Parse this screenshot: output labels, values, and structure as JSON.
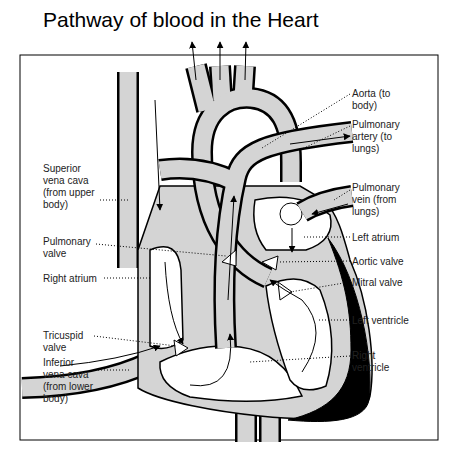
{
  "diagram": {
    "title": "Pathway of blood in the Heart",
    "labels": [
      "Aorta (to body)",
      "Pulmonary artery (to lungs)",
      "Superior vena cava (from upper body)",
      "Pulmonary vein (from lungs)",
      "Left atrium",
      "Pulmonary valve",
      "Aortic valve",
      "Right atrium",
      "Mitral valve",
      "Left ventricle",
      "Tricuspid valve",
      "Right ventricle",
      "Inferior vena cava (from lower body)"
    ]
  }
}
